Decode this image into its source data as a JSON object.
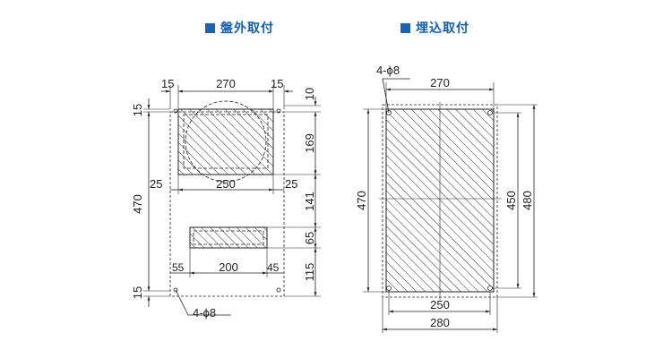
{
  "panel_mount": {
    "title": "盤外取付",
    "hole_label": "4-ϕ8",
    "dims": {
      "top_left_15": "15",
      "top_270": "270",
      "top_right_15": "15",
      "right_10": "10",
      "right_169": "169",
      "right_141": "141",
      "right_65": "65",
      "right_115": "115",
      "left_15_top": "15",
      "left_470": "470",
      "left_15_bottom": "15",
      "mid_25_left": "25",
      "mid_250": "250",
      "mid_25_right": "25",
      "low_55": "55",
      "low_200": "200",
      "low_45": "45"
    }
  },
  "flush_mount": {
    "title": "埋込取付",
    "hole_label": "4-ϕ8",
    "dims": {
      "top_270": "270",
      "left_470": "470",
      "right_450": "450",
      "right_480": "480",
      "bottom_250": "250",
      "bottom_280": "280"
    }
  }
}
